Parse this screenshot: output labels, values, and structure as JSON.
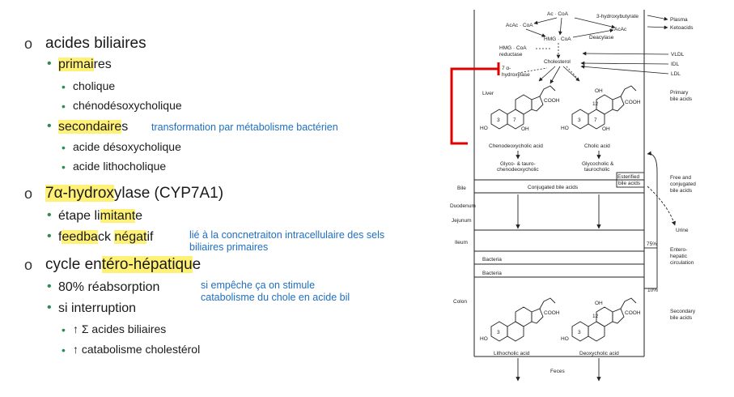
{
  "outline": {
    "acides": "acides biliaires",
    "prim_a": "primai",
    "prim_b": "res",
    "cholique": "cholique",
    "cdc": "chénodésoxycholique",
    "sec_a": "secondaire",
    "sec_b": "s",
    "ados": "acide désoxycholique",
    "alith": "acide lithocholique",
    "h7_a": "7α-hydrox",
    "h7_b": "ylase (CYP7A1)",
    "etape_a": "étape li",
    "etape_b": "mitant",
    "etape_c": "e",
    "fb_a": "f",
    "fb_b": "eedba",
    "fb_c": "ck ",
    "fb_d": "négat",
    "fb_e": "if",
    "cyc_a": "cycle en",
    "cyc_b": "téro-hépatiqu",
    "cyc_c": "e",
    "reab": "80% réabsorption",
    "inter": "si interruption",
    "sum": "↑ Σ acides biliaires",
    "catab": "↑ catabolisme cholestérol"
  },
  "notes": {
    "transfo": "transformation par métabolisme bactérien",
    "lie1": "lié à la concnetraiton intracellulaire des sels",
    "lie2": "biliaires primaires",
    "si1": "si empêche ça on stimule",
    "si2": "catabolisme du chole en acide bil"
  },
  "diagram": {
    "acoa": "Ac · CoA",
    "acacoa": "AcAc · CoA",
    "hmgcoa": "HMG · CoA",
    "hydroxy": "3-hydroxybutyrate",
    "acac": "AcAc",
    "deacylase": "Deacylase",
    "plasma": "Plasma",
    "ketoacids": "Ketoacids",
    "hmgred1": "HMG · CoA",
    "hmgred2": "reductase",
    "cholesterol": "Cholesterol",
    "vldl": "VLDL",
    "idl": "IDL",
    "ldl": "LDL",
    "h7a1": "7 α-",
    "h7a2": "hydroxylase",
    "liver": "Liver",
    "cooh1": "COOH",
    "cooh2": "COOH",
    "cooh3": "COOH",
    "cooh4": "COOH",
    "oh1": "OH",
    "oh2": "OH",
    "oh3": "OH",
    "oh4": "OH",
    "ho1": "HO",
    "ho2": "HO",
    "ho3": "HO",
    "ho4": "HO",
    "n3a": "3",
    "n7a": "7",
    "n3b": "3",
    "n12b": "12",
    "n7b": "7",
    "n3c": "3",
    "n3d": "3",
    "n12d": "12",
    "primary1": "Primary",
    "primary2": "bile acids",
    "cdca": "Chenodeoxycholic acid",
    "cha": "Cholic acid",
    "gly1a": "Glyco- & tauro-",
    "gly1b": "chenodeoxycholic",
    "gly2a": "Glycocholic &",
    "gly2b": "taurocholic",
    "esterified1": "Esterified",
    "esterified2": "bile acids",
    "free1": "Free and",
    "free2": "conjugated",
    "free3": "bile acids",
    "bile": "Bile",
    "conj": "Conjugated bile acids",
    "duodenum": "Duodenum",
    "jejunum": "Jejunum",
    "ileum": "Ileum",
    "urine": "Urine",
    "p75": "75%",
    "entero1": "Entero-",
    "entero2": "hepatic",
    "entero3": "circulation",
    "bacteria1": "Bacteria",
    "bacteria2": "Bacteria",
    "p10": "10%",
    "colon": "Colon",
    "secondary1": "Secondary",
    "secondary2": "bile acids",
    "litho": "Lithocholic acid",
    "deoxy": "Deoxycholic acid",
    "feces": "Feces"
  },
  "colors": {
    "highlight": "#fff176",
    "note": "#1f6fc0",
    "bullet": "#2e8b57",
    "feedback": "#e00000"
  }
}
